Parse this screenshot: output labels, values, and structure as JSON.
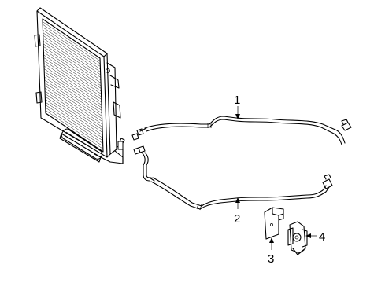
{
  "callouts": [
    {
      "id": "1",
      "text": "1"
    },
    {
      "id": "2",
      "text": "2"
    },
    {
      "id": "3",
      "text": "3"
    },
    {
      "id": "4",
      "text": "4"
    }
  ],
  "parts": [
    {
      "callout": "1",
      "depicts": "cooler-line-upper"
    },
    {
      "callout": "2",
      "depicts": "cooler-line-lower"
    },
    {
      "callout": "3",
      "depicts": "mounting-bracket"
    },
    {
      "callout": "4",
      "depicts": "clamp-clip"
    }
  ]
}
